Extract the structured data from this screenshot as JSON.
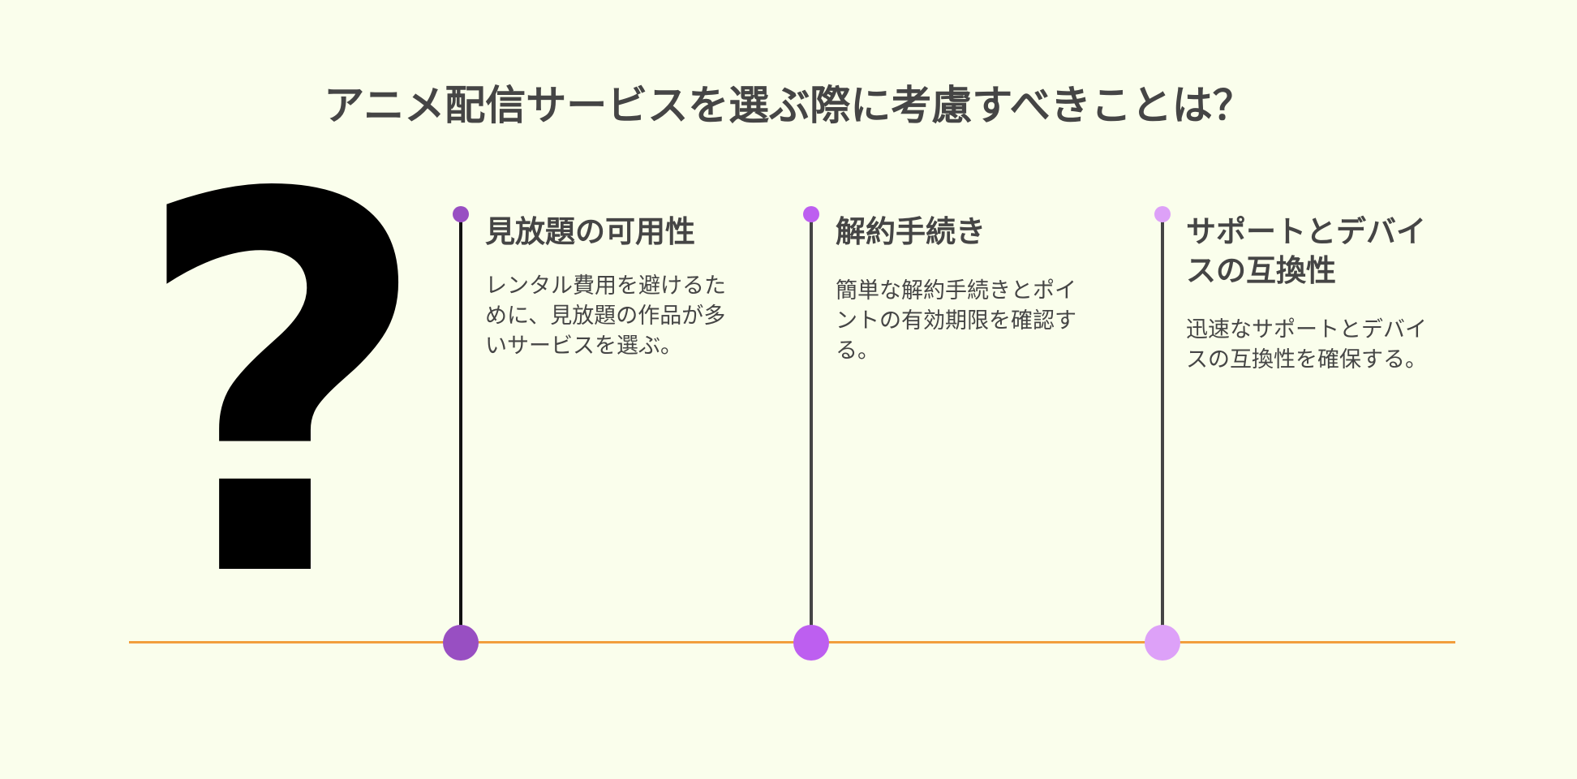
{
  "title": "アニメ配信サービスを選ぶ際に考慮すべきことは？",
  "icon": {
    "name": "question-mark-icon",
    "glyph": "?",
    "color": "#000000"
  },
  "timeline_color": "#f29e3d",
  "steps": [
    {
      "heading": "見放題の可用性",
      "description": "レンタル費用を避けるために、見放題の作品が多いサービスを選ぶ。",
      "stem_color": "#111111",
      "dot_color": "#984fc2"
    },
    {
      "heading": "解約手続き",
      "description": "簡単な解約手続きとポイントの有効期限を確認する。",
      "stem_color": "#454545",
      "dot_color": "#bd5ff0"
    },
    {
      "heading": "サポートとデバイスの互換性",
      "description": "迅速なサポートとデバイスの互換性を確保する。",
      "stem_color": "#454545",
      "dot_color": "#dda1f8"
    }
  ]
}
